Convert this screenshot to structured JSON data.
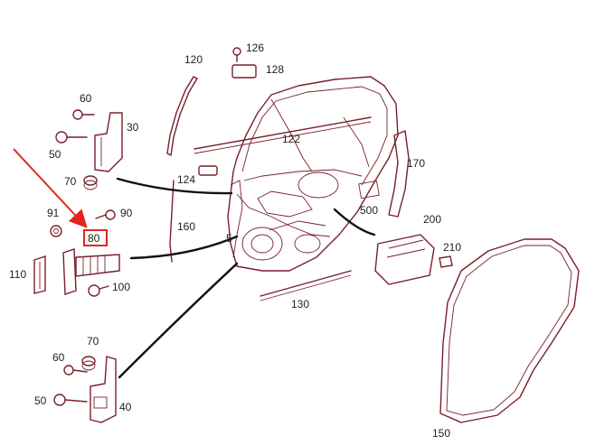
{
  "diagram": {
    "labels": {
      "l5": "5",
      "l30": "30",
      "l40": "40",
      "l50a": "50",
      "l50b": "50",
      "l60a": "60",
      "l60b": "60",
      "l70a": "70",
      "l70b": "70",
      "l80": "80",
      "l90": "90",
      "l91": "91",
      "l100": "100",
      "l110": "110",
      "l120": "120",
      "l122": "122",
      "l124": "124",
      "l126": "126",
      "l128": "128",
      "l130": "130",
      "l150": "150",
      "l160": "160",
      "l170": "170",
      "l200": "200",
      "l210": "210",
      "l500": "500"
    },
    "highlighted_part": "80",
    "colors": {
      "part_line": "#7a1f2b",
      "highlight": "#e3241b",
      "leader": "#111111"
    }
  }
}
